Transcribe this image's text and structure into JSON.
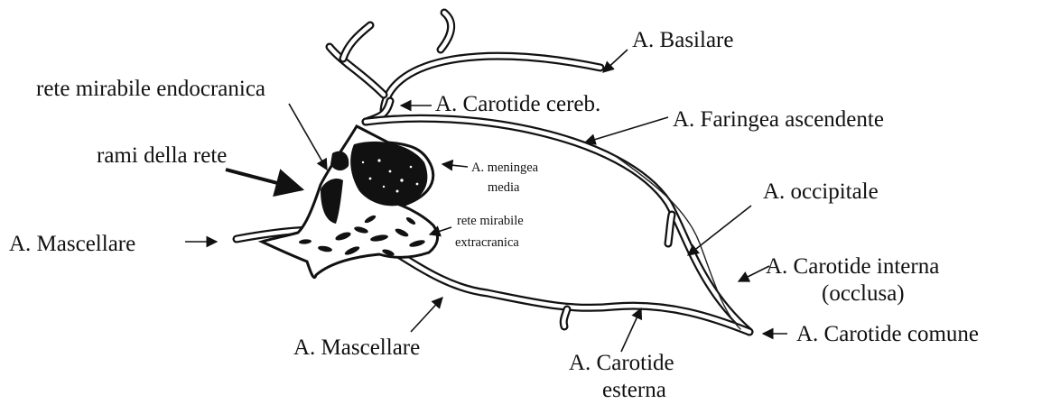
{
  "labels": {
    "basilare": "A. Basilare",
    "rete_endocranica": "rete mirabile endocranica",
    "carotide_cereb": "A. Carotide cereb.",
    "faringea": "A. Faringea ascendente",
    "rami_rete": "rami della rete",
    "meningea_1": "A. meningea",
    "meningea_2": "media",
    "occipitale": "A. occipitale",
    "mascellare_left": "A. Mascellare",
    "rete_extra_1": "rete mirabile",
    "rete_extra_2": "extracranica",
    "carotide_interna_1": "A. Carotide interna",
    "carotide_interna_2": "(occlusa)",
    "carotide_comune": "A. Carotide comune",
    "mascellare_bottom": "A. Mascellare",
    "carotide_esterna_1": "A. Carotide",
    "carotide_esterna_2": "esterna"
  },
  "colors": {
    "ink": "#111111",
    "background": "#ffffff"
  }
}
